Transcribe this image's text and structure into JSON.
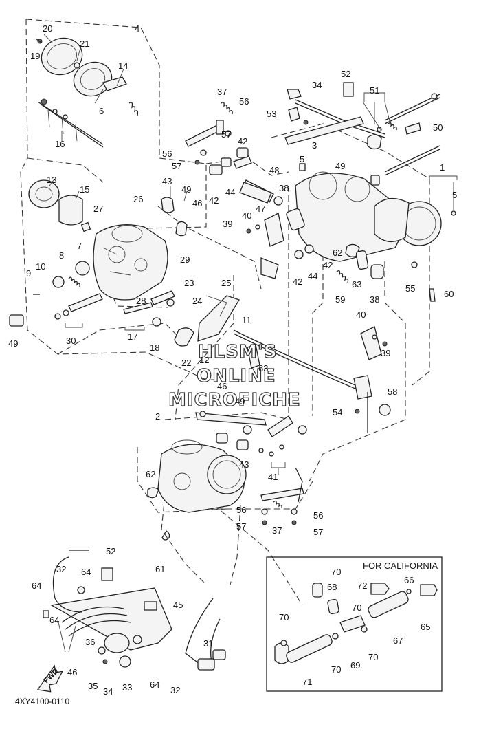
{
  "diagram": {
    "drawing_code": "4XY4100-0110",
    "california_box_title": "FOR CALIFORNIA",
    "fwd_label": "FWD",
    "watermark": [
      "HLSM'S",
      "ONLINE",
      "MICROFICHE"
    ],
    "callouts": [
      {
        "id": "c20",
        "text": "20"
      },
      {
        "id": "c19",
        "text": "19"
      },
      {
        "id": "c21",
        "text": "21"
      },
      {
        "id": "c4",
        "text": "4"
      },
      {
        "id": "c14",
        "text": "14"
      },
      {
        "id": "c6",
        "text": "6"
      },
      {
        "id": "c16",
        "text": "16"
      },
      {
        "id": "c13",
        "text": "13"
      },
      {
        "id": "c15",
        "text": "15"
      },
      {
        "id": "c27",
        "text": "27"
      },
      {
        "id": "c26",
        "text": "26"
      },
      {
        "id": "c43a",
        "text": "43"
      },
      {
        "id": "c49a",
        "text": "49"
      },
      {
        "id": "c46a",
        "text": "46"
      },
      {
        "id": "c7",
        "text": "7"
      },
      {
        "id": "c8",
        "text": "8"
      },
      {
        "id": "c10",
        "text": "10"
      },
      {
        "id": "c9",
        "text": "9"
      },
      {
        "id": "c29",
        "text": "29"
      },
      {
        "id": "c23",
        "text": "23"
      },
      {
        "id": "c28",
        "text": "28"
      },
      {
        "id": "c24",
        "text": "24"
      },
      {
        "id": "c49b",
        "text": "49"
      },
      {
        "id": "c30",
        "text": "30"
      },
      {
        "id": "c17",
        "text": "17"
      },
      {
        "id": "c18",
        "text": "18"
      },
      {
        "id": "c22",
        "text": "22"
      },
      {
        "id": "c12",
        "text": "12"
      },
      {
        "id": "c25",
        "text": "25"
      },
      {
        "id": "c11",
        "text": "11"
      },
      {
        "id": "c37a",
        "text": "37"
      },
      {
        "id": "c56a",
        "text": "56"
      },
      {
        "id": "c57a",
        "text": "57"
      },
      {
        "id": "c56b",
        "text": "56"
      },
      {
        "id": "c57b",
        "text": "57"
      },
      {
        "id": "c42a",
        "text": "42"
      },
      {
        "id": "c42b",
        "text": "42"
      },
      {
        "id": "c44a",
        "text": "44"
      },
      {
        "id": "c48",
        "text": "48"
      },
      {
        "id": "c38a",
        "text": "38"
      },
      {
        "id": "c47",
        "text": "47"
      },
      {
        "id": "c40a",
        "text": "40"
      },
      {
        "id": "c39a",
        "text": "39"
      },
      {
        "id": "c34a",
        "text": "34"
      },
      {
        "id": "c52a",
        "text": "52"
      },
      {
        "id": "c53",
        "text": "53"
      },
      {
        "id": "c51",
        "text": "51"
      },
      {
        "id": "c3",
        "text": "3"
      },
      {
        "id": "c5a",
        "text": "5"
      },
      {
        "id": "c49c",
        "text": "49"
      },
      {
        "id": "c50",
        "text": "50"
      },
      {
        "id": "c1",
        "text": "1"
      },
      {
        "id": "c5b",
        "text": "5"
      },
      {
        "id": "c62a",
        "text": "62"
      },
      {
        "id": "c42c",
        "text": "42"
      },
      {
        "id": "c44b",
        "text": "44"
      },
      {
        "id": "c42d",
        "text": "42"
      },
      {
        "id": "c63a",
        "text": "63"
      },
      {
        "id": "c59",
        "text": "59"
      },
      {
        "id": "c38b",
        "text": "38"
      },
      {
        "id": "c55",
        "text": "55"
      },
      {
        "id": "c60",
        "text": "60"
      },
      {
        "id": "c40b",
        "text": "40"
      },
      {
        "id": "c39b",
        "text": "39"
      },
      {
        "id": "c63b",
        "text": "63"
      },
      {
        "id": "c46b",
        "text": "46"
      },
      {
        "id": "c49d",
        "text": "49"
      },
      {
        "id": "c58",
        "text": "58"
      },
      {
        "id": "c54",
        "text": "54"
      },
      {
        "id": "c2",
        "text": "2"
      },
      {
        "id": "c43b",
        "text": "43"
      },
      {
        "id": "c41",
        "text": "41"
      },
      {
        "id": "c62b",
        "text": "62"
      },
      {
        "id": "c56c",
        "text": "56"
      },
      {
        "id": "c57c",
        "text": "57"
      },
      {
        "id": "c37b",
        "text": "37"
      },
      {
        "id": "c56d",
        "text": "56"
      },
      {
        "id": "c57d",
        "text": "57"
      },
      {
        "id": "c61",
        "text": "61"
      },
      {
        "id": "c52b",
        "text": "52"
      },
      {
        "id": "c32a",
        "text": "32"
      },
      {
        "id": "c64a",
        "text": "64"
      },
      {
        "id": "c64b",
        "text": "64"
      },
      {
        "id": "c64c",
        "text": "64"
      },
      {
        "id": "c45",
        "text": "45"
      },
      {
        "id": "c36",
        "text": "36"
      },
      {
        "id": "c31",
        "text": "31"
      },
      {
        "id": "c46c",
        "text": "46"
      },
      {
        "id": "c35",
        "text": "35"
      },
      {
        "id": "c34b",
        "text": "34"
      },
      {
        "id": "c33",
        "text": "33"
      },
      {
        "id": "c64d",
        "text": "64"
      },
      {
        "id": "c32b",
        "text": "32"
      },
      {
        "id": "c70a",
        "text": "70"
      },
      {
        "id": "c72",
        "text": "72"
      },
      {
        "id": "c66",
        "text": "66"
      },
      {
        "id": "c68",
        "text": "68"
      },
      {
        "id": "c70b",
        "text": "70"
      },
      {
        "id": "c70c",
        "text": "70"
      },
      {
        "id": "c65",
        "text": "65"
      },
      {
        "id": "c67",
        "text": "67"
      },
      {
        "id": "c69",
        "text": "69"
      },
      {
        "id": "c70d",
        "text": "70"
      },
      {
        "id": "c70e",
        "text": "70"
      },
      {
        "id": "c71",
        "text": "71"
      }
    ]
  }
}
